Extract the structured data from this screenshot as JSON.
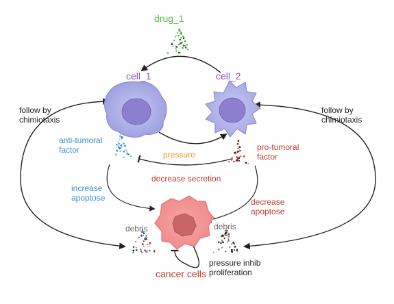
{
  "colors": {
    "drug": "#58b947",
    "cell": "#8b54c7",
    "anti": "#3b8fd2",
    "pro": "#c0392b",
    "pressure": "#e6962c",
    "grey": "#666666",
    "black": "#222222",
    "cancer": "#c0392b"
  },
  "labels": {
    "drug": "drug_1",
    "cell1": "cell_1",
    "cell2": "cell_2",
    "follow_left": [
      "follow by",
      "chimiotaxis"
    ],
    "follow_right": [
      "follow by",
      "chimiotaxis"
    ],
    "anti": [
      "anti-tumoral",
      "factor"
    ],
    "pro": [
      "pro-tumoral",
      "factor"
    ],
    "pressure": "pressure",
    "decrease_secretion": "decrease secretion",
    "increase_apoptose": [
      "increase",
      "apoptose"
    ],
    "decrease_apoptose": [
      "decrease",
      "apoptose"
    ],
    "debris_left": "debris",
    "debris_right": "debris",
    "pressure_inhib": [
      "pressure inhib",
      "proliferation"
    ],
    "cancer": "cancer cells"
  }
}
